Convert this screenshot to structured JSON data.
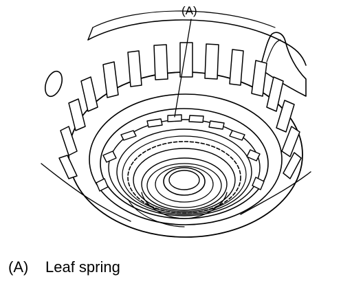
{
  "callout": {
    "label": "(A)"
  },
  "legend": {
    "key": "(A)",
    "text": "Leaf spring"
  },
  "colors": {
    "line": "#000000",
    "background": "#ffffff"
  }
}
